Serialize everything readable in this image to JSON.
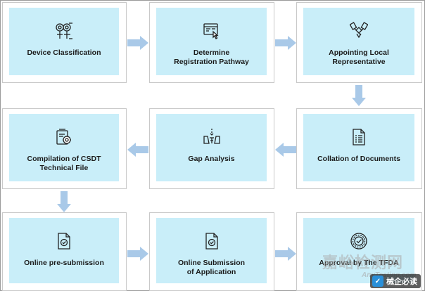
{
  "steps": [
    {
      "label": "Device Classification",
      "icon": "classification-icon"
    },
    {
      "label": "Determine\nRegistration Pathway",
      "icon": "pathway-form-icon"
    },
    {
      "label": "Appointing Local\nRepresentative",
      "icon": "handshake-icon"
    },
    {
      "label": "Collation of Documents",
      "icon": "document-icon"
    },
    {
      "label": "Gap Analysis",
      "icon": "gap-analysis-icon"
    },
    {
      "label": "Compilation of CSDT\nTechnical File",
      "icon": "technical-file-icon"
    },
    {
      "label": "Online pre-submission",
      "icon": "file-check-icon"
    },
    {
      "label": "Online Submission\nof Application",
      "icon": "file-check-icon"
    },
    {
      "label": "Approval by The TFDA",
      "icon": "approval-seal-icon"
    }
  ],
  "watermark": {
    "cn_text": "嘉峪检测网",
    "en_text": "AnyTesting.com",
    "badge_text": "械企必读"
  },
  "colors": {
    "card_fill": "#c9eef9",
    "arrow": "#a9c9e8",
    "icon_stroke": "#222222"
  }
}
